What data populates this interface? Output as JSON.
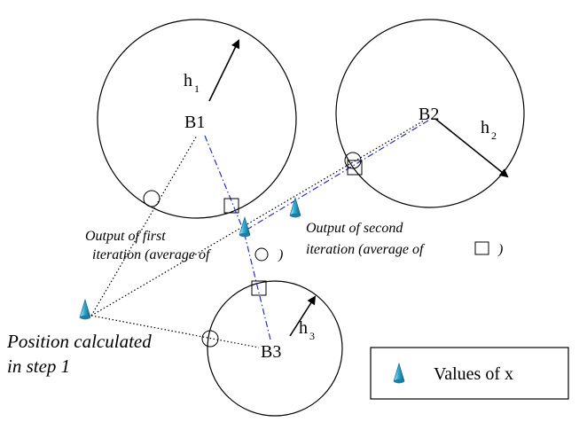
{
  "beacons": [
    {
      "label": "B1",
      "range_main": "h",
      "range_sub": "1"
    },
    {
      "label": "B2",
      "range_main": "h",
      "range_sub": "2"
    },
    {
      "label": "B3",
      "range_main": "h",
      "range_sub": "3"
    }
  ],
  "annotations": {
    "first_iteration_line1": "Output of first",
    "first_iteration_line2": "iteration (average of",
    "first_iteration_close": ")",
    "second_iteration_line1": "Output of second",
    "second_iteration_line2": "iteration (average of",
    "second_iteration_close": ")",
    "step1_line1": "Position calculated",
    "step1_line2": "in step 1"
  },
  "legend": {
    "label": "Values of x",
    "icon": "cone-marker-icon"
  },
  "colors": {
    "circle_stroke": "#000000",
    "dotted_line": "#000000",
    "dashdot_line": "#2a2ad6",
    "marker_light": "#bfe9f7",
    "marker_mid": "#2fa8cf",
    "marker_dark": "#0d5f7a"
  }
}
